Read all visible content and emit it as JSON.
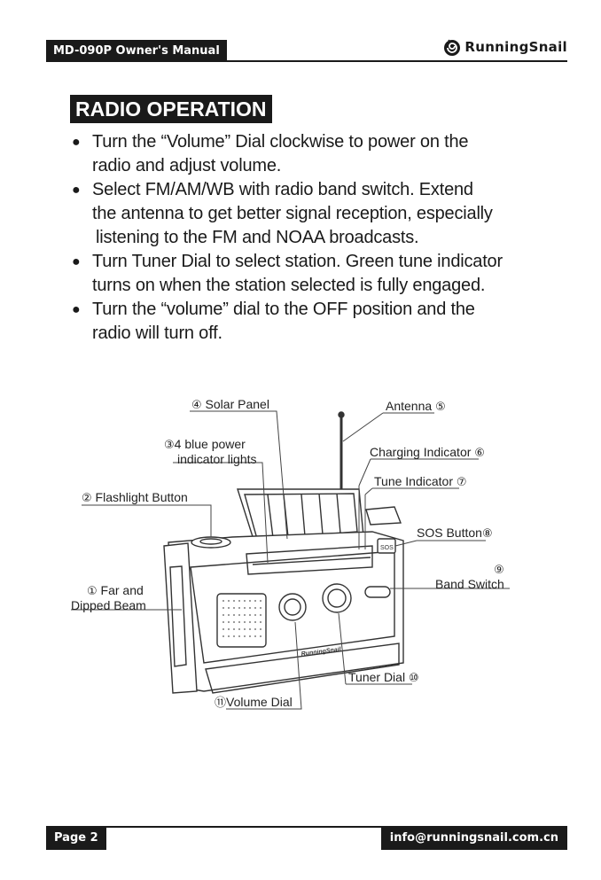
{
  "header": {
    "manual_title": "MD-090P Owner's Manual",
    "brand": "RunningSnail",
    "brand_icon": "snail-logo-icon"
  },
  "section": {
    "title": "RADIO OPERATION"
  },
  "bullets": [
    {
      "line1": "Turn the “Volume” Dial clockwise to power on the",
      "line2": "radio and adjust volume."
    },
    {
      "line1": "Select FM/AM/WB with radio band switch. Extend",
      "line2": "the antenna to get better signal reception, especially",
      "line3": "listening to the FM and NOAA broadcasts."
    },
    {
      "line1": "Turn Tuner Dial to select station. Green tune indicator",
      "line2": "turns on when the station selected is fully engaged."
    },
    {
      "line1": "Turn the “volume” dial to the OFF position and the",
      "line2": "radio will turn off."
    }
  ],
  "diagram": {
    "device_brand": "RunningSnail",
    "sos_label": "SOS",
    "labels": {
      "solar_panel": {
        "num": "④",
        "text": "Solar Panel"
      },
      "antenna": {
        "num": "⑤",
        "text": "Antenna"
      },
      "blue_lights": {
        "num": "③",
        "line1": "4 blue power",
        "line2": "indicator lights"
      },
      "charging_indicator": {
        "num": "⑥",
        "text": "Charging Indicator"
      },
      "tune_indicator": {
        "num": "⑦",
        "text": "Tune Indicator"
      },
      "flashlight_button": {
        "num": "②",
        "text": "Flashlight Button"
      },
      "sos_button": {
        "num": "⑧",
        "text": "SOS Button"
      },
      "band_switch": {
        "num": "⑨",
        "text": "Band Switch"
      },
      "far_dipped": {
        "num": "①",
        "line1": "Far and",
        "line2": "Dipped Beam"
      },
      "tuner_dial": {
        "num": "⑩",
        "text": "Tuner Dial"
      },
      "volume_dial": {
        "num": "⑪",
        "text": "Volume Dial"
      }
    }
  },
  "footer": {
    "page": "Page 2",
    "email": "info@runningsnail.com.cn"
  }
}
